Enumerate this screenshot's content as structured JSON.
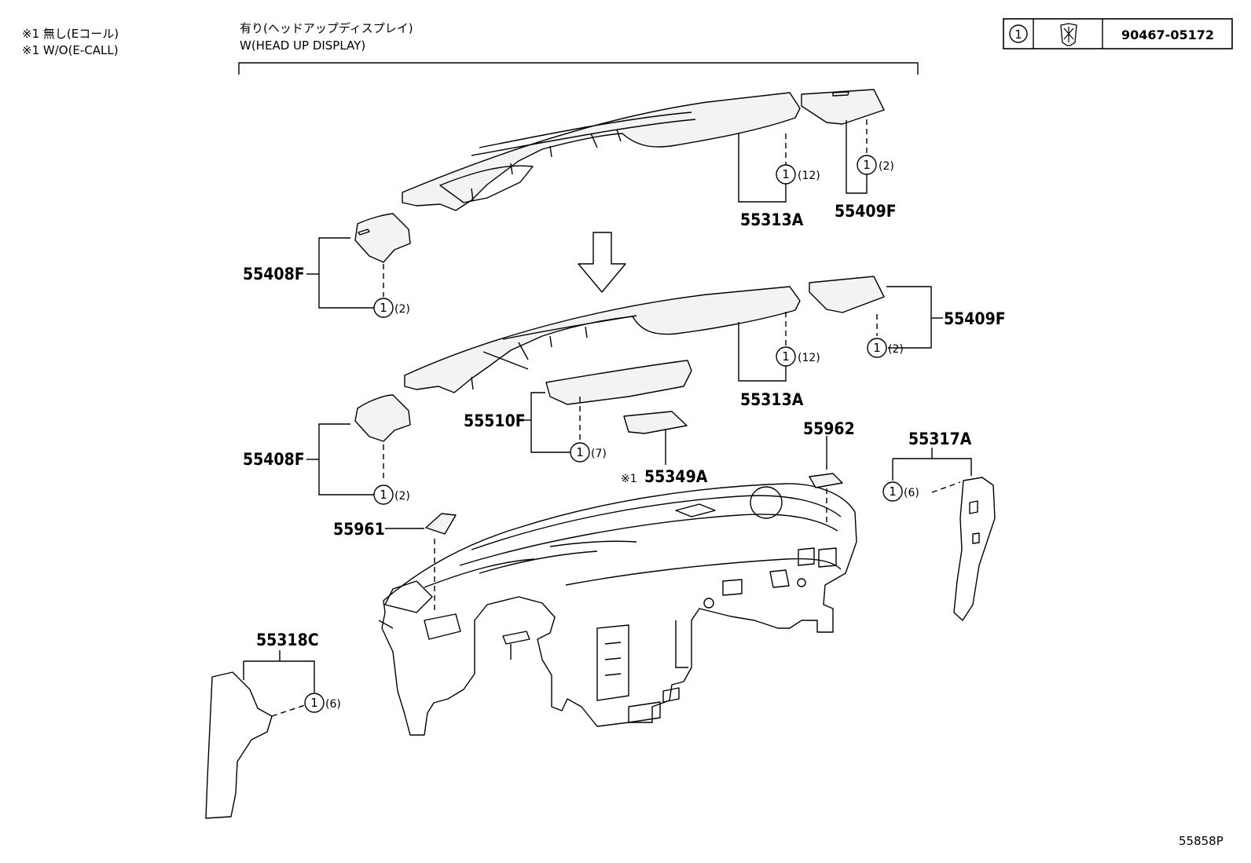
{
  "notes": {
    "line1": "※1 無し(Eコール)",
    "line2": "※1 W/O(E-CALL)"
  },
  "hud_bracket": {
    "line1": "有り(ヘッドアップディスプレイ)",
    "line2": "W(HEAD UP DISPLAY)"
  },
  "legend": {
    "index": "1",
    "icon": "clip-icon",
    "part_number": "90467-05172"
  },
  "callouts": [
    {
      "id": "c1",
      "part": "55313A",
      "qty": "(12)",
      "fastener": "1"
    },
    {
      "id": "c2",
      "part": "55409F",
      "qty": "(2)",
      "fastener": "1"
    },
    {
      "id": "c3",
      "part": "55408F",
      "qty": "(2)",
      "fastener": "1"
    },
    {
      "id": "c4",
      "part": "55313A",
      "qty": "(12)",
      "fastener": "1"
    },
    {
      "id": "c5",
      "part": "55409F",
      "qty": "(2)",
      "fastener": "1"
    },
    {
      "id": "c6",
      "part": "55510F",
      "qty": "(7)",
      "fastener": "1"
    },
    {
      "id": "c7",
      "part": "55349A",
      "prefix": "※1"
    },
    {
      "id": "c8",
      "part": "55408F",
      "qty": "(2)",
      "fastener": "1"
    },
    {
      "id": "c9",
      "part": "55962"
    },
    {
      "id": "c10",
      "part": "55317A",
      "qty": "(6)",
      "fastener": "1"
    },
    {
      "id": "c11",
      "part": "55961"
    },
    {
      "id": "c12",
      "part": "55318C",
      "qty": "(6)",
      "fastener": "1"
    }
  ],
  "diagram_code": "55858P"
}
